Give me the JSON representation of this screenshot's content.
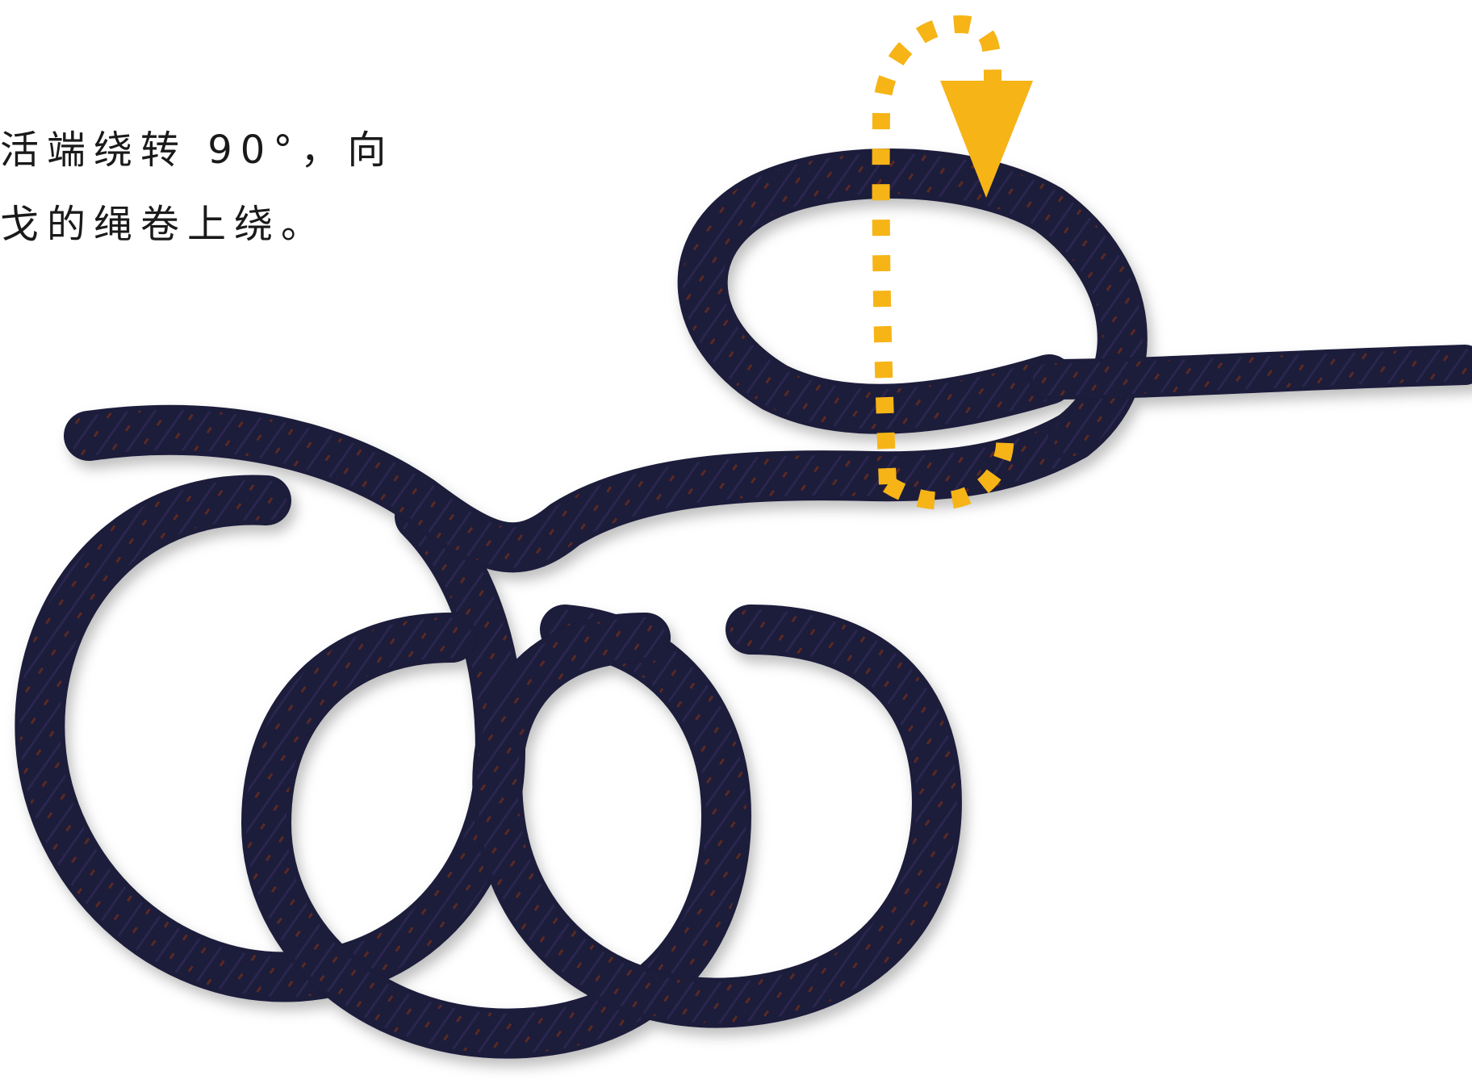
{
  "instruction": {
    "line1": "活端绕转 90°，向",
    "line2": "戈的绳卷上绕。"
  },
  "colors": {
    "background": "#ffffff",
    "rope": "#1c1a3a",
    "rope_fleck": "#5a2a22",
    "arrow": "#f6b417",
    "text": "#1a1a1a"
  },
  "icons": {
    "rope": "rope-illustration",
    "arrow": "rotate-arrow-icon"
  }
}
